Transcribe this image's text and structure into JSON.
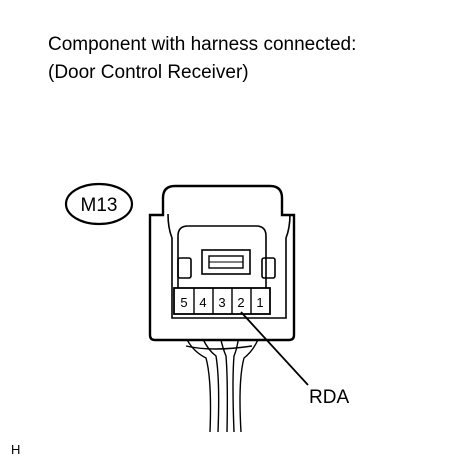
{
  "caption": {
    "line1": "Component with harness connected:",
    "line2": "(Door Control Receiver)"
  },
  "connector": {
    "code": "M13",
    "pins": [
      "5",
      "4",
      "3",
      "2",
      "1"
    ],
    "callout": "RDA"
  },
  "figure_code": "H"
}
